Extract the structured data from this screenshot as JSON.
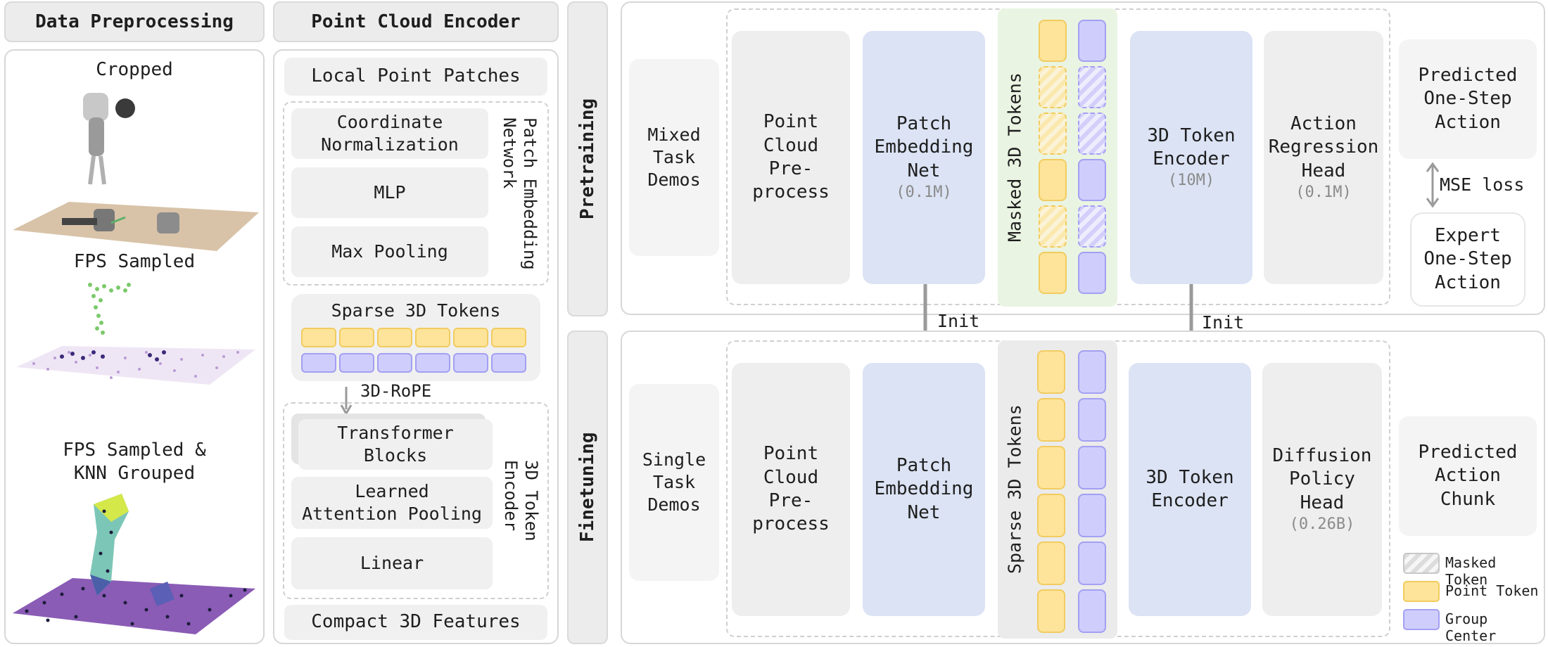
{
  "left": {
    "header": "Data Preprocessing",
    "cropped": "Cropped",
    "fps": "FPS Sampled",
    "knn": "FPS Sampled &\nKNN Grouped"
  },
  "encoder": {
    "header": "Point Cloud Encoder",
    "local_patches": "Local Point Patches",
    "coord_norm": "Coordinate\nNormalization",
    "mlp": "MLP",
    "max_pool": "Max Pooling",
    "patch_net_label": "Patch Embedding\nNetwork",
    "sparse_tokens": "Sparse 3D Tokens",
    "rope": "3D-RoPE",
    "transformer": "Transformer\nBlocks",
    "attn_pool": "Learned\nAttention Pooling",
    "linear": "Linear",
    "token_enc_label": "3D Token\nEncoder",
    "compact": "Compact 3D Features"
  },
  "pretraining": {
    "stage": "Pretraining",
    "demos": "Mixed\nTask\nDemos",
    "preprocess": "Point\nCloud\nPre-\nprocess",
    "patch_net": "Patch\nEmbedding\nNet",
    "patch_params": "(0.1M)",
    "masked_label": "Masked 3D Tokens",
    "token_encoder": "3D Token\nEncoder",
    "token_params": "(10M)",
    "head": "Action\nRegression\nHead",
    "head_params": "(0.1M)",
    "predicted": "Predicted\nOne-Step\nAction",
    "loss": "MSE loss",
    "expert": "Expert\nOne-Step\nAction"
  },
  "arrows": {
    "init1": "Init",
    "init2": "Init"
  },
  "finetuning": {
    "stage": "Finetuning",
    "demos": "Single\nTask\nDemos",
    "preprocess": "Point\nCloud\nPre-\nprocess",
    "patch_net": "Patch\nEmbedding\nNet",
    "sparse_label": "Sparse 3D Tokens",
    "token_encoder": "3D Token\nEncoder",
    "head": "Diffusion\nPolicy\nHead",
    "head_params": "(0.26B)",
    "predicted": "Predicted\nAction\nChunk"
  },
  "legend": {
    "masked": "Masked Token",
    "point": "Point Token",
    "group": "Group Center"
  },
  "colors": {
    "point_token": "#fde49a",
    "group_center": "#cfcdfb",
    "embed_blue": "#dbe3f4"
  }
}
